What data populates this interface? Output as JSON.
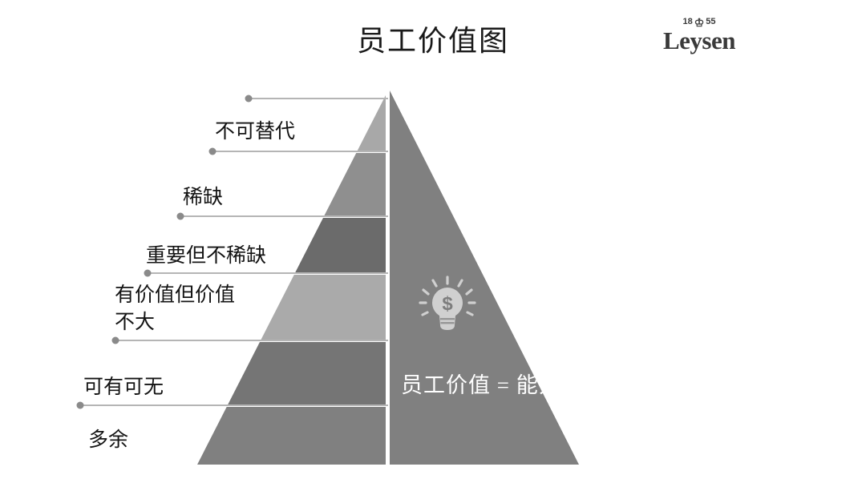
{
  "header": {
    "title": "员工价值图"
  },
  "logo": {
    "name": "leysen-logo",
    "left_year": "18",
    "crown_icon": "crown-icon",
    "right_year": "55",
    "wordmark": "Leysen"
  },
  "pyramid": {
    "icon": "lightbulb-dollar-icon",
    "formula": "员工价值 = 能力 × 价值观 × 心智模式",
    "tiers": [
      {
        "label": "不可替代",
        "color": "#a8a8a8",
        "rank": 1
      },
      {
        "label": "稀缺",
        "color": "#8f8f8f",
        "rank": 2
      },
      {
        "label": "重要但不稀缺",
        "color": "#6b6b6b",
        "rank": 3
      },
      {
        "label": "有价值但价值\n不大",
        "color": "#aaaaaa",
        "rank": 4
      },
      {
        "label": "可有可无",
        "color": "#757575",
        "rank": 5
      },
      {
        "label": "多余",
        "color": "#808080",
        "rank": 6
      }
    ],
    "right_face_color": "#808080",
    "connector_color": "#b5b5b5",
    "connector_dot_color": "#8a8a8a"
  }
}
